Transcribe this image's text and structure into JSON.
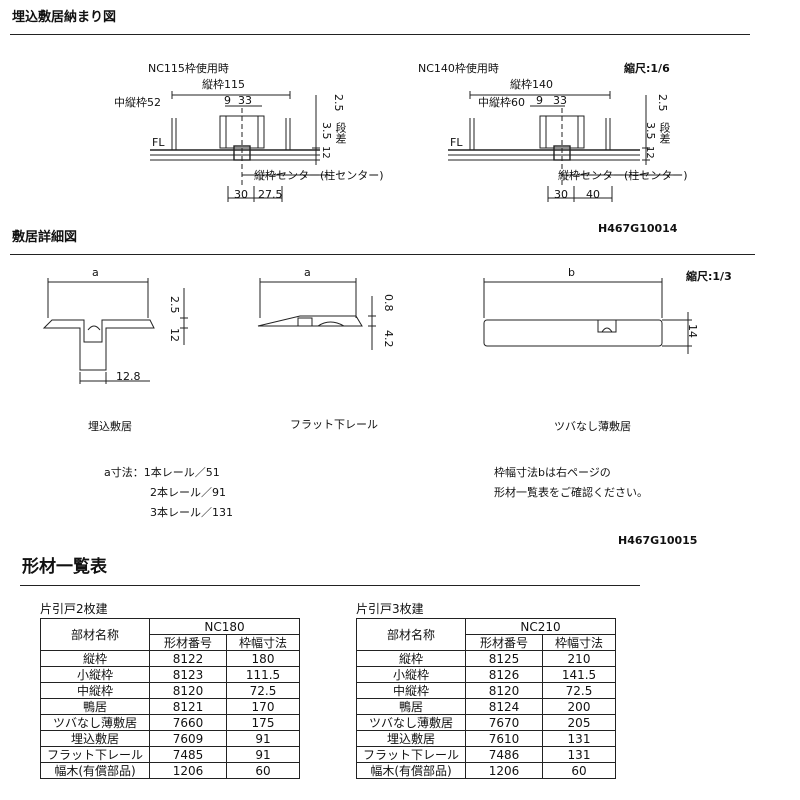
{
  "section1": {
    "title": "埋込敷居納まり図",
    "scale": "縮尺:1/6",
    "code": "H467G10014",
    "left": {
      "caption": "NC115枠使用時",
      "width_label": "縦枠115",
      "mid_label": "中縦枠52",
      "d9": "9",
      "d33": "33",
      "d25": "2.5",
      "d35": "3.5",
      "d12": "12",
      "step": "段差",
      "fl": "FL",
      "center": "縦枠センター(柱センター)",
      "b30": "30",
      "b2": "27.5"
    },
    "right": {
      "caption": "NC140枠使用時",
      "width_label": "縦枠140",
      "mid_label": "中縦枠60",
      "d9": "9",
      "d33": "33",
      "d25": "2.5",
      "d35": "3.5",
      "d12": "12",
      "step": "段差",
      "fl": "FL",
      "center": "縦枠センター(柱センター)",
      "b30": "30",
      "b2": "40"
    }
  },
  "section2": {
    "title": "敷居詳細図",
    "scale": "縮尺:1/3",
    "code": "H467G10015",
    "fig1": {
      "a": "a",
      "d25": "2.5",
      "d12": "12",
      "d128": "12.8",
      "caption": "埋込敷居"
    },
    "fig2": {
      "a": "a",
      "d08": "0.8",
      "d42": "4.2",
      "caption": "フラット下レール"
    },
    "fig3": {
      "b": "b",
      "d14": "14",
      "caption": "ツバなし薄敷居"
    },
    "anote": [
      "a寸法：1本レール／51",
      "2本レール／91",
      "3本レール／131"
    ],
    "bnote": [
      "枠幅寸法bは右ページの",
      "形材一覧表をご確認ください。"
    ]
  },
  "section3": {
    "title": "形材一覧表",
    "tables": [
      {
        "caption": "片引戸2枚建",
        "series": "NC180",
        "headers": [
          "部材名称",
          "形材番号",
          "枠幅寸法"
        ],
        "rows": [
          [
            "縦枠",
            "8122",
            "180"
          ],
          [
            "小縦枠",
            "8123",
            "111.5"
          ],
          [
            "中縦枠",
            "8120",
            "72.5"
          ],
          [
            "鴨居",
            "8121",
            "170"
          ],
          [
            "ツバなし薄敷居",
            "7660",
            "175"
          ],
          [
            "埋込敷居",
            "7609",
            "91"
          ],
          [
            "フラット下レール",
            "7485",
            "91"
          ],
          [
            "幅木(有償部品)",
            "1206",
            "60"
          ]
        ]
      },
      {
        "caption": "片引戸3枚建",
        "series": "NC210",
        "headers": [
          "部材名称",
          "形材番号",
          "枠幅寸法"
        ],
        "rows": [
          [
            "縦枠",
            "8125",
            "210"
          ],
          [
            "小縦枠",
            "8126",
            "141.5"
          ],
          [
            "中縦枠",
            "8120",
            "72.5"
          ],
          [
            "鴨居",
            "8124",
            "200"
          ],
          [
            "ツバなし薄敷居",
            "7670",
            "205"
          ],
          [
            "埋込敷居",
            "7610",
            "131"
          ],
          [
            "フラット下レール",
            "7486",
            "131"
          ],
          [
            "幅木(有償部品)",
            "1206",
            "60"
          ]
        ]
      }
    ]
  }
}
